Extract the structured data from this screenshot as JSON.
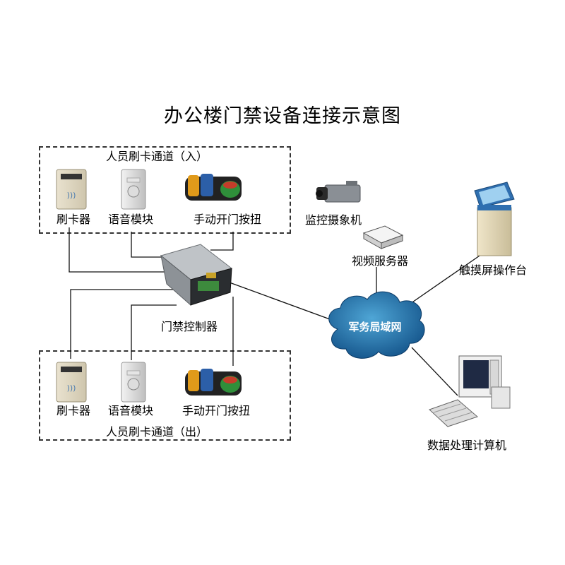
{
  "title": "办公楼门禁设备连接示意图",
  "entry_zone": {
    "label": "人员刷卡通道（入）",
    "card_reader": "刷卡器",
    "voice_module": "语音模块",
    "manual_button": "手动开门按扭"
  },
  "exit_zone": {
    "label": "人员刷卡通道（出）",
    "card_reader": "刷卡器",
    "voice_module": "语音模块",
    "manual_button": "手动开门按扭"
  },
  "controller": "门禁控制器",
  "camera": "监控摄象机",
  "video_server": "视频服务器",
  "network": "军务局域网",
  "touch_console": "触摸屏操作台",
  "computer": "数据处理计算机"
}
